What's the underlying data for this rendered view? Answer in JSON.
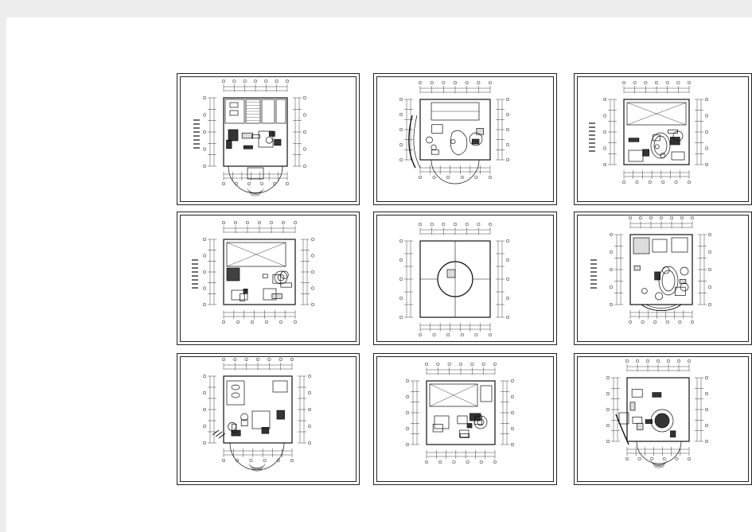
{
  "page": {
    "background": "#ffffff",
    "outer_background": "#ededed",
    "line_color": "#111111"
  },
  "sheets": [
    {
      "id": "sheet-1",
      "kind": "ground floor plan with garage and semicircular terrace"
    },
    {
      "id": "sheet-2",
      "kind": "floor plan with curved stair and pool"
    },
    {
      "id": "sheet-3",
      "kind": "floor plan with oval hall"
    },
    {
      "id": "sheet-4",
      "kind": "upper floor plan with open void"
    },
    {
      "id": "sheet-5",
      "kind": "roof plan with circular tower"
    },
    {
      "id": "sheet-6",
      "kind": "ceiling plan with oval feature"
    },
    {
      "id": "sheet-7",
      "kind": "ground floor furniture layout"
    },
    {
      "id": "sheet-8",
      "kind": "upper floor furniture layout"
    },
    {
      "id": "sheet-9",
      "kind": "floor furniture layout with curved stair"
    }
  ]
}
